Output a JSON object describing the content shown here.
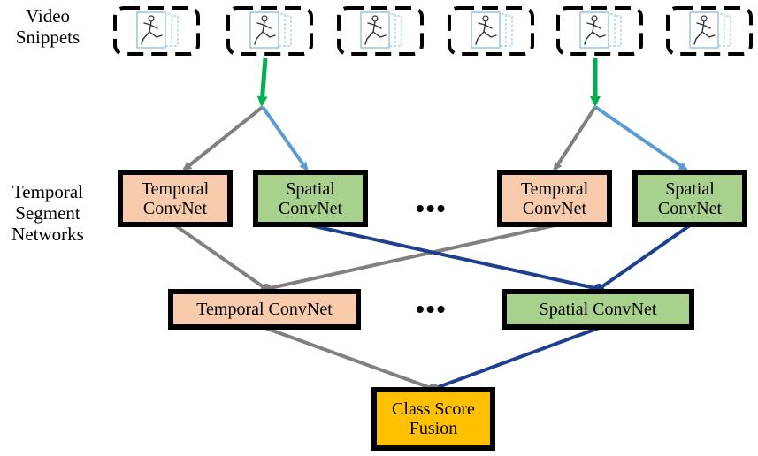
{
  "labels": {
    "video_snippets": [
      "Video",
      "Snippets"
    ],
    "tsn": [
      "Temporal",
      "Segment",
      "Networks"
    ]
  },
  "boxes": {
    "t1": [
      "Temporal",
      "ConvNet"
    ],
    "s1": [
      "Spatial",
      "ConvNet"
    ],
    "t2": [
      "Temporal",
      "ConvNet"
    ],
    "s2": [
      "Spatial",
      "ConvNet"
    ],
    "t_agg": "Temporal ConvNet",
    "s_agg": "Spatial ConvNet",
    "fusion": [
      "Class Score",
      "Fusion"
    ]
  },
  "ellipsis": "•••",
  "snippet_count": 6,
  "colors": {
    "temporal_fill": "#f8cbad",
    "spatial_fill": "#a9d18e",
    "fusion_fill": "#ffc000",
    "gray_line": "#808080",
    "blue_line": "#1f3f8f",
    "light_blue_arrow": "#5b9bd5",
    "green_arrow": "#00b050"
  },
  "icons": {
    "snippet_frame": "running-person-frames-icon"
  }
}
